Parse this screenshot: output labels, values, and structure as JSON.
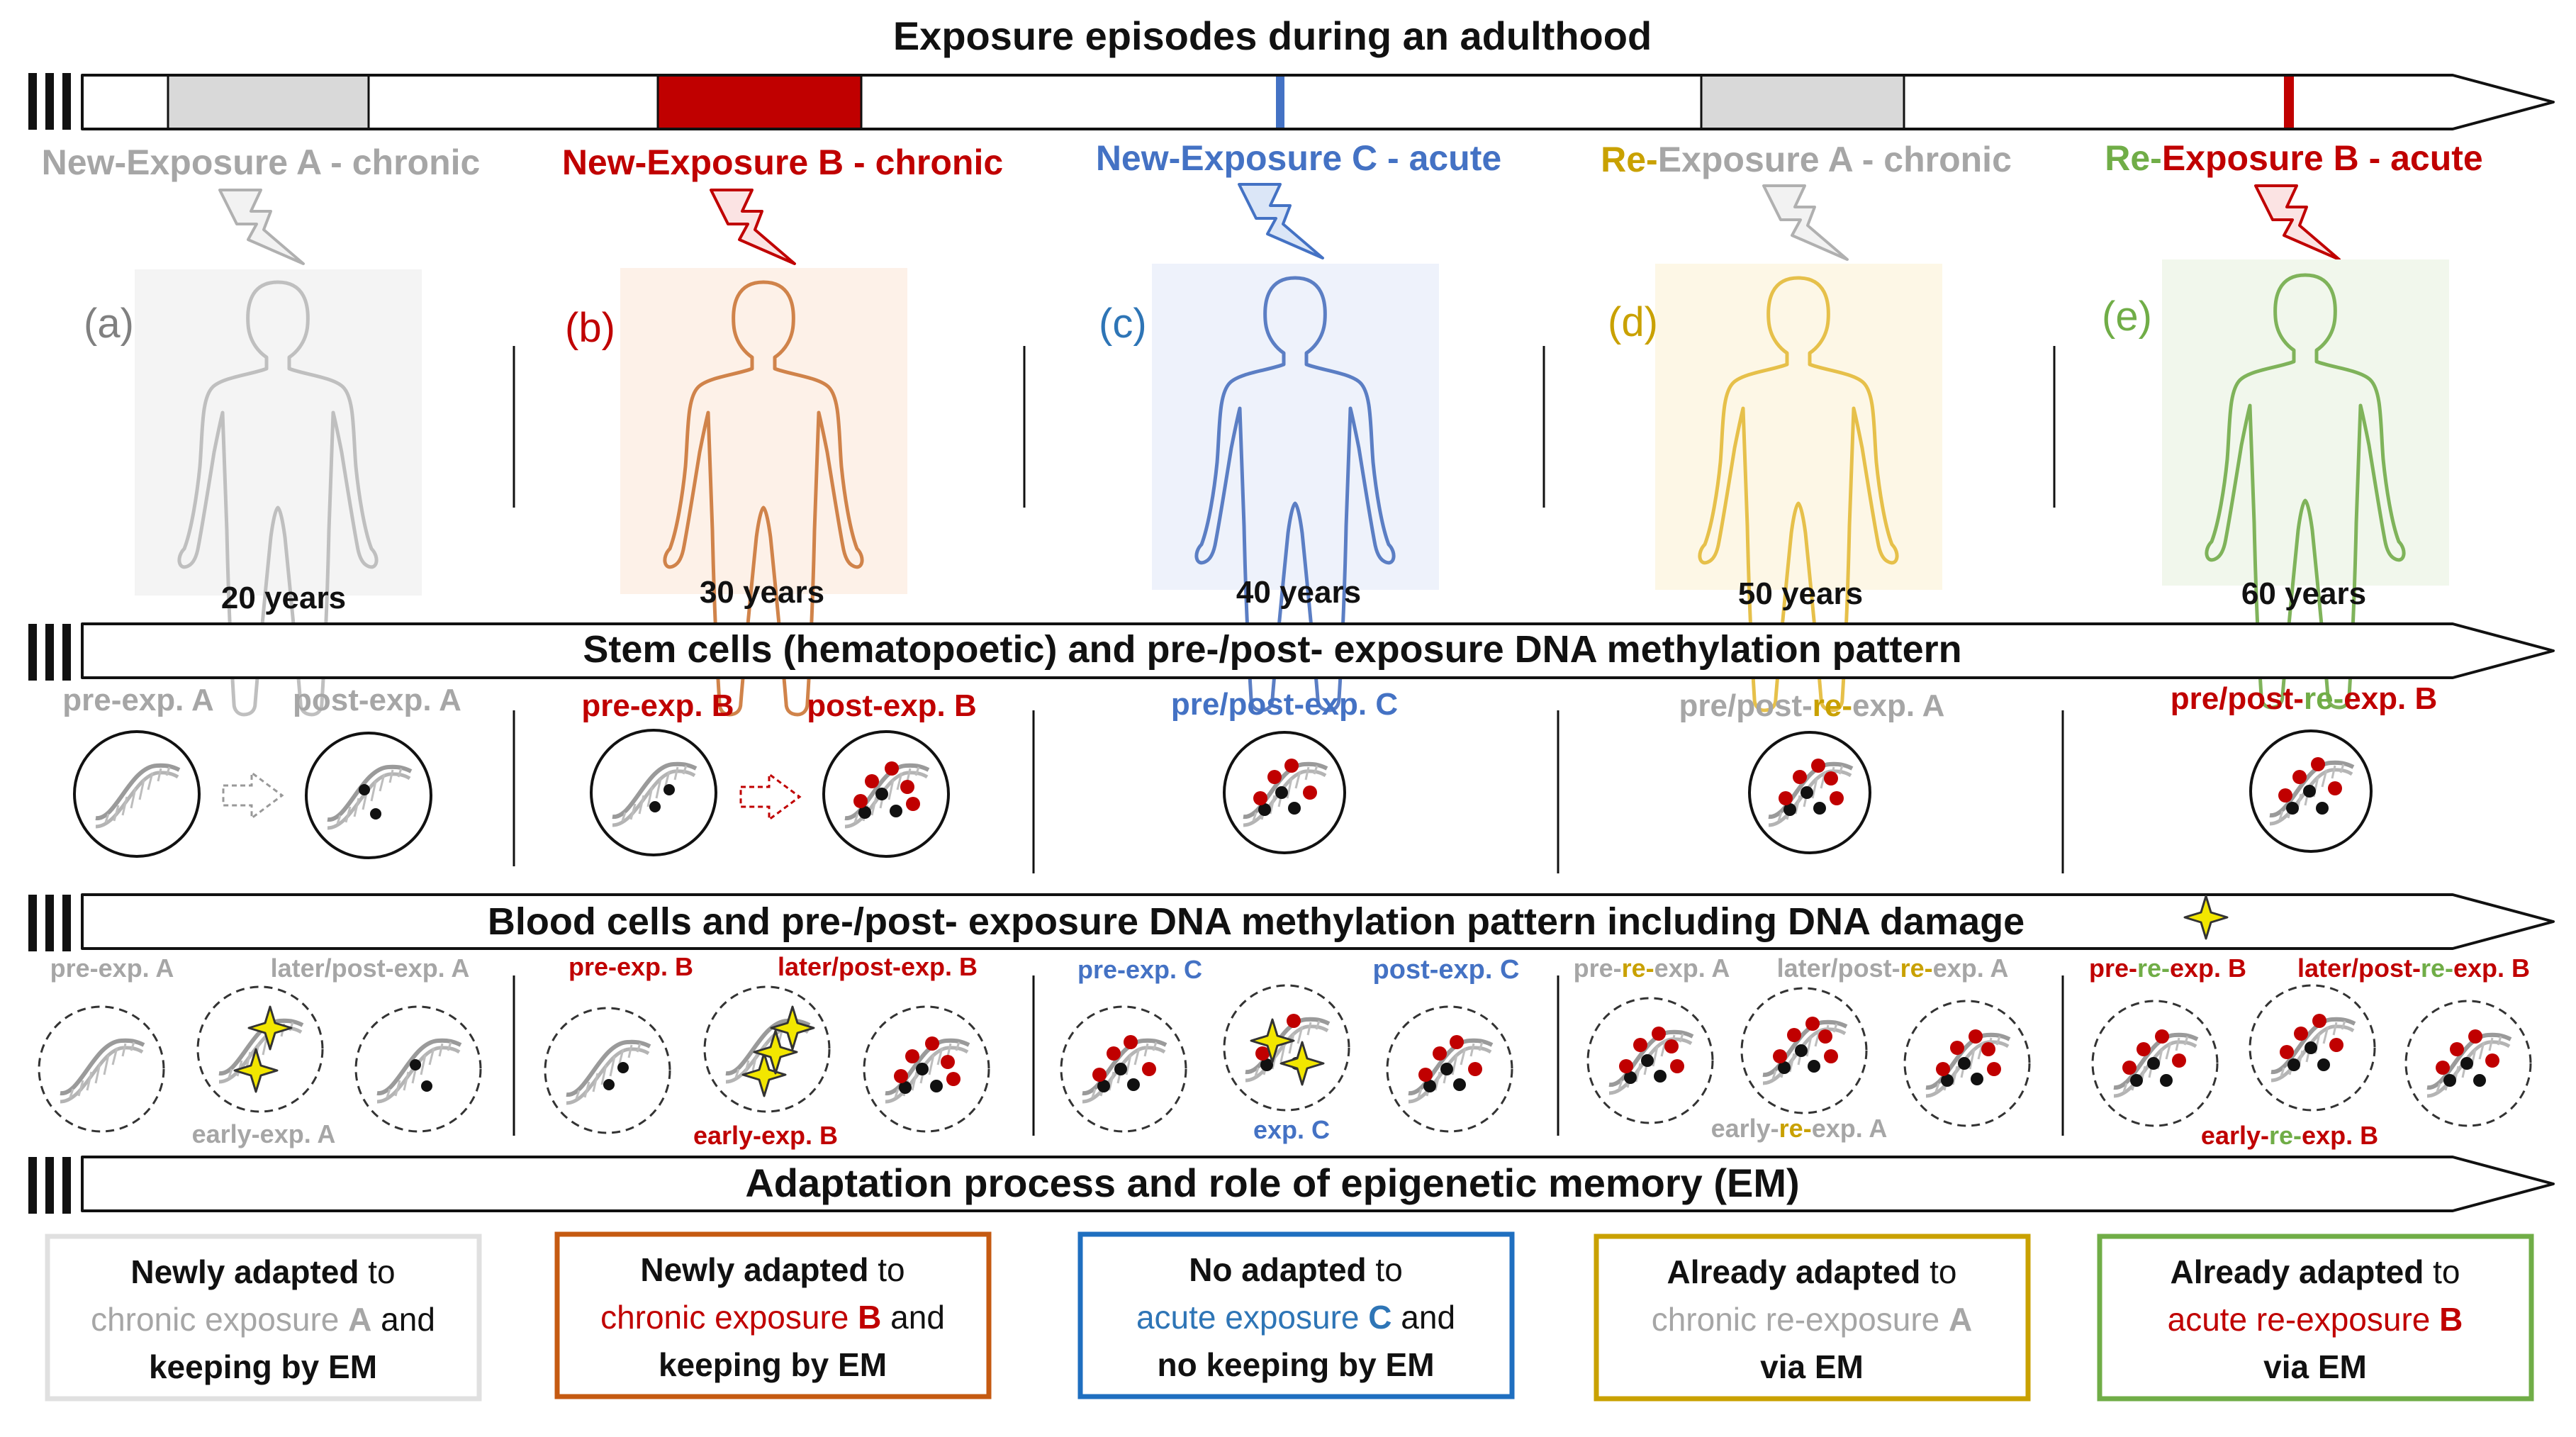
{
  "title": "Exposure episodes during an adulthood",
  "colors": {
    "grey": "#a6a6a6",
    "red": "#c00000",
    "blue": "#4472c4",
    "gold": "#c9a100",
    "green": "#70ad47",
    "orange": "#c55a11",
    "black": "#111111"
  },
  "exposures": [
    {
      "prefix": "New-",
      "text": "Exposure A - chronic",
      "prefix_color": "#a6a6a6",
      "color": "#a6a6a6"
    },
    {
      "prefix": "New-",
      "text": "Exposure B - chronic",
      "prefix_color": "#c00000",
      "color": "#c00000"
    },
    {
      "prefix": "New-",
      "text": "Exposure C - acute",
      "prefix_color": "#4472c4",
      "color": "#4472c4"
    },
    {
      "prefix": "Re-",
      "text": "Exposure A - chronic",
      "prefix_color": "#c9a100",
      "color": "#a6a6a6"
    },
    {
      "prefix": "Re-",
      "text": "Exposure B - acute",
      "prefix_color": "#70ad47",
      "color": "#c00000"
    }
  ],
  "people": [
    {
      "letter": "(a)",
      "age": "20 years",
      "letter_color": "#808080",
      "body_color": "#bfbfbf",
      "bg": "#f4f4f4"
    },
    {
      "letter": "(b)",
      "age": "30 years",
      "letter_color": "#c00000",
      "body_color": "#d0834a",
      "bg": "#fdf1e8"
    },
    {
      "letter": "(c)",
      "age": "40 years",
      "letter_color": "#2e75b6",
      "body_color": "#5b7ec4",
      "bg": "#eef2fb"
    },
    {
      "letter": "(d)",
      "age": "50 years",
      "letter_color": "#c9a100",
      "body_color": "#e6c04a",
      "bg": "#fdf7e6"
    },
    {
      "letter": "(e)",
      "age": "60 years",
      "letter_color": "#70ad47",
      "body_color": "#7fb35a",
      "bg": "#f1f7ec"
    }
  ],
  "stem": {
    "header": "Stem cells (hematopoetic) and pre-/post- exposure DNA methylation pattern",
    "labels": {
      "a_pre": "pre-exp. A",
      "a_post": "post-exp. A",
      "b_pre": "pre-exp. B",
      "b_post": "post-exp. B",
      "c": "pre/post-exp. C",
      "d_1": "pre/post-",
      "d_2": "re-",
      "d_3": "exp. A",
      "e_1": "pre/post-",
      "e_2": "re-",
      "e_3": "exp. B"
    }
  },
  "blood": {
    "header": "Blood cells and pre-/post- exposure DNA methylation pattern including DNA damage",
    "labels": {
      "a_pre": "pre-exp. A",
      "a_later": "later/post-exp. A",
      "a_early": "early-exp. A",
      "b_pre": "pre-exp. B",
      "b_later": "later/post-exp. B",
      "b_early": "early-exp. B",
      "c_pre": "pre-exp. C",
      "c_post": "post-exp. C",
      "c_exp": "exp. C",
      "d_pre_1": "pre-",
      "d_pre_2": "re-",
      "d_pre_3": "exp. A",
      "d_later_1": "later/post-",
      "d_later_2": "re-",
      "d_later_3": "exp. A",
      "d_early_1": "early-",
      "d_early_2": "re-",
      "d_early_3": "exp. A",
      "e_pre_1": "pre-",
      "e_pre_2": "re-",
      "e_pre_3": "exp. B",
      "e_later_1": "later/post-",
      "e_later_2": "re-",
      "e_later_3": "exp. B",
      "e_early_1": "early-",
      "e_early_2": "re-",
      "e_early_3": "exp. B"
    }
  },
  "adaptation": {
    "header": "Adaptation process and role of epigenetic memory (EM)",
    "boxes": [
      {
        "l1a": "Newly adapted",
        "l1b": " to",
        "l2a": "chronic exposure ",
        "l2b": "A",
        "l2c": " and",
        "l3": "keeping by EM"
      },
      {
        "l1a": "Newly adapted",
        "l1b": " to",
        "l2a": "chronic exposure ",
        "l2b": "B",
        "l2c": " and",
        "l3": "keeping by EM"
      },
      {
        "l1a": "No adapted",
        "l1b": " to",
        "l2a": "acute exposure ",
        "l2b": "C",
        "l2c": " and",
        "l3": "no keeping by EM"
      },
      {
        "l1a": "Already adapted",
        "l1b": " to",
        "l2a": "chronic re-exposure ",
        "l2b": "A",
        "l2c": "",
        "l3": "via EM"
      },
      {
        "l1a": "Already adapted",
        "l1b": " to",
        "l2a": "acute re-exposure ",
        "l2b": "B",
        "l2c": "",
        "l3": "via EM"
      }
    ]
  }
}
